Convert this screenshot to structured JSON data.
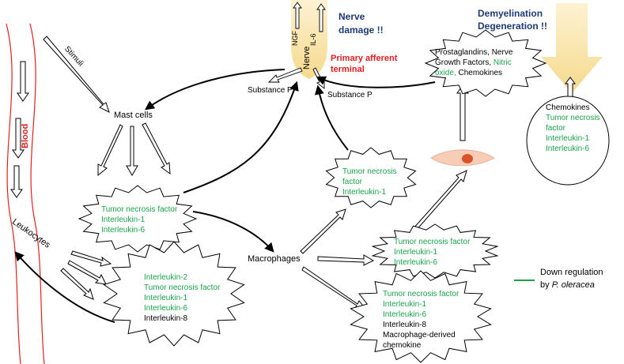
{
  "labels": {
    "stimuli": "Stimuli",
    "blood": "Blood",
    "leukocytes": "Leukocytes",
    "mast_cells": "Mast cells",
    "macrophages": "Macrophages",
    "substance_p_left": "Substance P",
    "substance_p_right": "Substance P",
    "nerve": "Nerve",
    "ngf": "NGF",
    "il6": "IL-6",
    "nerve_damage_line1": "Nerve",
    "nerve_damage_line2": "damage !!",
    "primary_afferent_line1": "Primary afferent",
    "primary_afferent_line2": "terminal",
    "demyelination_line1": "Demyelination",
    "demyelination_line2": "Degeneration !!"
  },
  "boxes": {
    "mast_mediators": [
      {
        "text": "Tumor necrosis factor",
        "down": true
      },
      {
        "text": "Interleukin-1",
        "down": true
      },
      {
        "text": "Interleukin-6",
        "down": true
      }
    ],
    "leukocyte_mediators": [
      {
        "text": "Interleukin-2",
        "down": true
      },
      {
        "text": "Tumor necrosis factor",
        "down": true
      },
      {
        "text": "Interleukin-1",
        "down": true
      },
      {
        "text": "Interleukin-6",
        "down": true
      },
      {
        "text": "Interleukin-8",
        "down": false
      }
    ],
    "macrophage_top": [
      {
        "text": "Tumor necrosis",
        "down": true
      },
      {
        "text": "factor",
        "down": true
      },
      {
        "text": "Interleukin-1",
        "down": true
      }
    ],
    "macrophage_mid": [
      {
        "text": "Tumor necrosis factor",
        "down": true
      },
      {
        "text": "Interleukin-1",
        "down": true
      },
      {
        "text": "Interleukin-6",
        "down": true
      }
    ],
    "macrophage_bottom": [
      {
        "text": "Tumor necrosis factor",
        "down": true
      },
      {
        "text": "Interleukin-1",
        "down": true
      },
      {
        "text": "Interleukin-6",
        "down": true
      },
      {
        "text": "Interleukin-8",
        "down": false
      },
      {
        "text": "Macrophage-derived",
        "down": false
      },
      {
        "text": "chemokine",
        "down": false
      }
    ],
    "nerve_factors": {
      "line1": "Prostaglandins,  Nerve",
      "line2a": "Growth Factors, ",
      "line2b": "Nitric",
      "line3a": "oxide, ",
      "line3b": "Chemokines"
    },
    "chemokines_circle": [
      {
        "text": "Chemokines",
        "down": false
      },
      {
        "text": "Tumor necrosis",
        "down": true
      },
      {
        "text": "factor",
        "down": true
      },
      {
        "text": "Interleukin-1",
        "down": true
      },
      {
        "text": "Interleukin-6",
        "down": true
      }
    ]
  },
  "legend": {
    "line1": "Down regulation",
    "line2_prefix": "by ",
    "line2_species": "P. oleracea",
    "color": "#1aa34a"
  },
  "colors": {
    "down_regulation": "#1aa34a",
    "highlight_red": "#e51c1c",
    "navy": "#1f3b73",
    "nerve_fill": "#fbe6b0",
    "cell_fill": "#f7cdb8",
    "nucleus": "#d9532a",
    "vessel": "#e02020"
  }
}
